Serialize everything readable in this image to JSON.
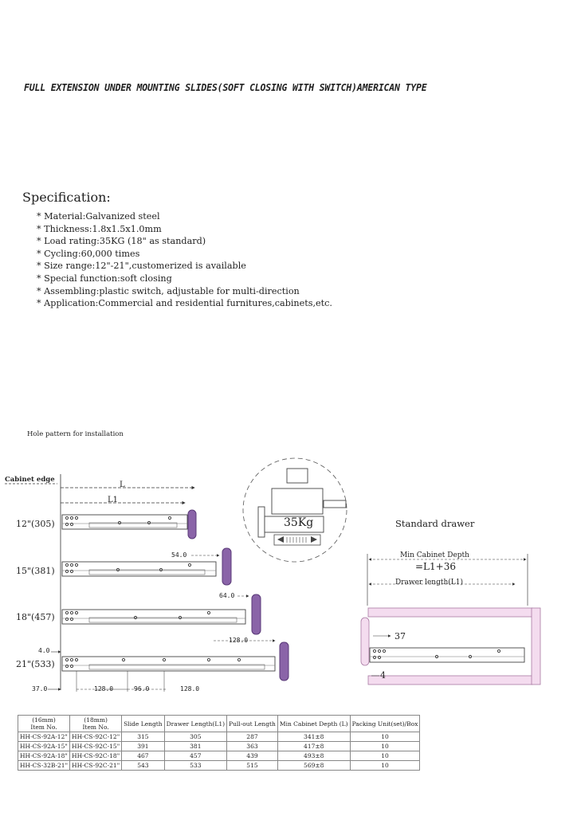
{
  "title": "FULL EXTENSION UNDER MOUNTING SLIDES(SOFT CLOSING WITH SWITCH)AMERICAN TYPE",
  "specification": {
    "heading": "Specification:",
    "items": [
      "Material:Galvanized steel",
      "Thickness:1.8x1.5x1.0mm",
      "Load rating:35KG (18\" as standard)",
      "Cycling:60,000 times",
      "Size range:12\"-21\",customerized is available",
      "Special function:soft closing",
      "Assembling:plastic switch, adjustable for   multi-direction",
      "Application:Commercial and residential furnitures,cabinets,etc."
    ]
  },
  "hole_pattern": {
    "label": "Hole pattern for installation",
    "cabinet_edge": "Cabinet edge",
    "L": "L",
    "L1": "L1",
    "sizes": [
      "12\"(305)",
      "15\"(381)",
      "18\"(457)",
      "21\"(533)"
    ],
    "dims": {
      "d540a": "54.0",
      "d640": "64.0",
      "d1280": "128.0",
      "d40": "4.0",
      "d370": "37.0",
      "b1280a": "128.0",
      "b960": "96.0",
      "b1280b": "128.0"
    }
  },
  "load": {
    "label": "35Kg"
  },
  "standard_drawer": {
    "title": "Standard drawer",
    "min_depth_label": "Min Cabinet Depth",
    "formula": "=L1+36",
    "drawer_length": "Drawer length(L1)",
    "d37": "37",
    "d4": "4"
  },
  "table": {
    "headers": [
      "(16mm)\nItem No.",
      "(18mm)\nItem No.",
      "Slide Length",
      "Drawer Length(L1)",
      "Pull-out Length",
      "Min Cabinet Depth (L)",
      "Packing Unit(set)/Box"
    ],
    "rows": [
      [
        "HH-CS-92A-12\"",
        "HH-CS-92C-12\"",
        "315",
        "305",
        "287",
        "341±8",
        "10"
      ],
      [
        "HH-CS-92A-15\"",
        "HH-CS-92C-15\"",
        "391",
        "381",
        "363",
        "417±8",
        "10"
      ],
      [
        "HH-CS-92A-18\"",
        "HH-CS-92C-18\"",
        "467",
        "457",
        "439",
        "493±8",
        "10"
      ],
      [
        "HH-CS-32B-21\"",
        "HH-CS-92C-21\"",
        "543",
        "533",
        "515",
        "569±8",
        "10"
      ]
    ]
  }
}
